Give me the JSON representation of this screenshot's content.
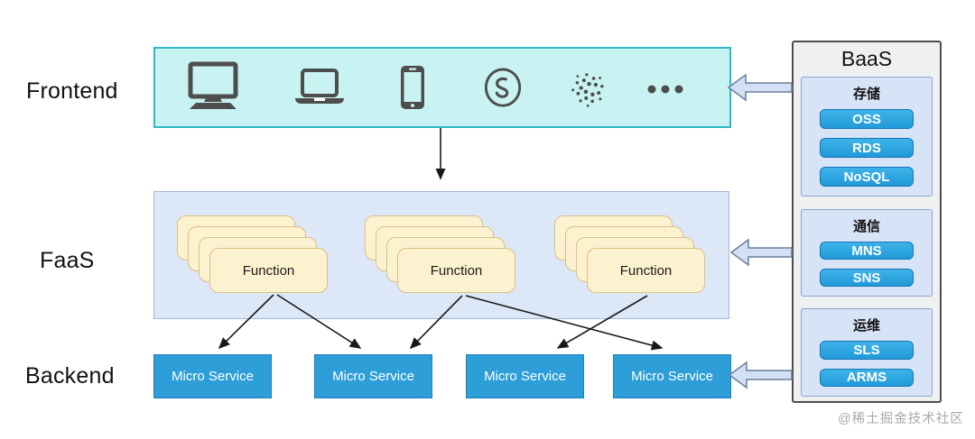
{
  "diagram": {
    "layer_labels": {
      "frontend": "Frontend",
      "faas": "FaaS",
      "backend": "Backend"
    },
    "frontend": {
      "icons": [
        "desktop-icon",
        "laptop-icon",
        "smartphone-icon",
        "miniprogram-icon",
        "iota-icon",
        "ellipsis-icon"
      ]
    },
    "faas": {
      "function_label": "Function"
    },
    "backend": {
      "service_label": "Micro Service"
    },
    "baas": {
      "title": "BaaS",
      "groups": [
        {
          "label": "存储",
          "items": [
            "OSS",
            "RDS",
            "NoSQL"
          ]
        },
        {
          "label": "通信",
          "items": [
            "MNS",
            "SNS"
          ]
        },
        {
          "label": "运维",
          "items": [
            "SLS",
            "ARMS"
          ]
        }
      ]
    },
    "watermark": "@稀土掘金技术社区"
  },
  "colors": {
    "frontend_band_fill": "#c9f2f2",
    "frontend_band_border": "#2fb8c6",
    "faas_band_fill": "#dce7f7",
    "faas_band_border": "#a5b8d8",
    "function_card_fill": "#fdf2d0",
    "function_card_border": "#ddbf85",
    "service_fill": "#2d9ed8",
    "service_border": "#1d7fb8",
    "baas_panel_fill": "#eff0f1",
    "baas_panel_border": "#4d4d4d",
    "baas_group_fill": "#d7e3f6",
    "baas_group_border": "#8aa5cc",
    "baas_button_fill": "#2aa2dd",
    "baas_button_border": "#1576b8",
    "block_arrow_fill": "#d3dff4",
    "block_arrow_border": "#6b7e99",
    "icon_color": "#4d4d4d",
    "connector_color": "#1a1a1a",
    "watermark_color": "#a9a9a9"
  }
}
